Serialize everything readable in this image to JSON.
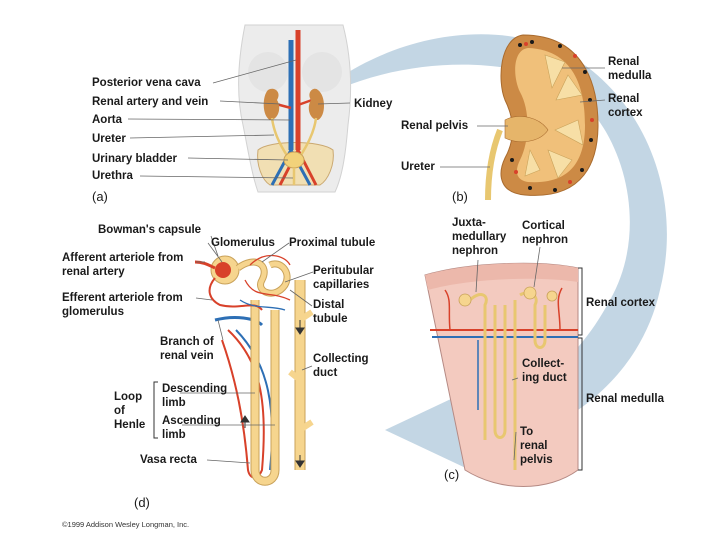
{
  "panel_a": {
    "letter": "(a)",
    "labels": {
      "posterior_vena_cava": "Posterior vena cava",
      "renal_artery_vein": "Renal artery and vein",
      "aorta": "Aorta",
      "ureter": "Ureter",
      "urinary_bladder": "Urinary bladder",
      "urethra": "Urethra",
      "kidney": "Kidney"
    }
  },
  "panel_b": {
    "letter": "(b)",
    "labels": {
      "renal_medulla": "Renal medulla",
      "renal_cortex": "Renal cortex",
      "renal_pelvis": "Renal pelvis",
      "ureter": "Ureter"
    }
  },
  "panel_c": {
    "letter": "(c)",
    "labels": {
      "juxtamedullary": "Juxta-medullary nephron",
      "cortical_nephron": "Cortical nephron",
      "renal_cortex": "Renal cortex",
      "collecting_duct": "Collect-ing duct",
      "renal_medulla": "Renal medulla",
      "to_renal_pelvis": "To renal pelvis"
    }
  },
  "panel_d": {
    "letter": "(d)",
    "labels": {
      "bowmans_capsule": "Bowman's capsule",
      "glomerulus": "Glomerulus",
      "proximal_tubule": "Proximal tubule",
      "afferent_arteriole": "Afferent arteriole from renal artery",
      "peritubular_capillaries": "Peritubular capillaries",
      "efferent_arteriole": "Efferent arteriole from glomerulus",
      "distal_tubule": "Distal tubule",
      "branch_renal_vein": "Branch of renal vein",
      "collecting_duct": "Collecting duct",
      "loop_of_henle": "Loop of Henle",
      "descending_limb": "Descending limb",
      "ascending_limb": "Ascending limb",
      "vasa_recta": "Vasa recta"
    }
  },
  "copyright": "©1999 Addison Wesley Longman, Inc.",
  "colors": {
    "artery": "#d8412a",
    "vein": "#2d6fb5",
    "tubule": "#f6d58e",
    "tubule_edge": "#c9a25a",
    "kidney_tan": "#cc8a45",
    "cortex_pink": "#f3cabf",
    "arrow_blue": "#b8cfdf",
    "skin": "#ececec"
  }
}
